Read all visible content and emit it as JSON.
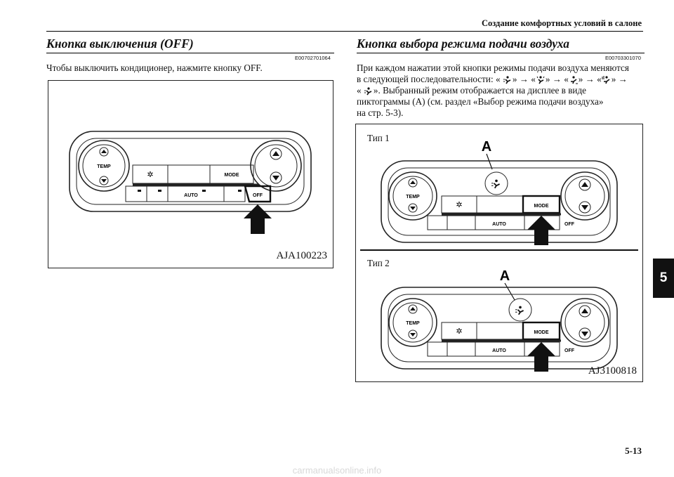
{
  "header": {
    "title": "Создание комфортных условий в салоне"
  },
  "left": {
    "heading": "Кнопка выключения (OFF)",
    "code": "E00702701064",
    "text": "Чтобы выключить кондиционер, нажмите кнопку OFF.",
    "figure_code": "AJA100223"
  },
  "right": {
    "heading": "Кнопка выбора режима подачи воздуха",
    "code": "E00703301070",
    "line1": "При каждом нажатии этой кнопки режимы подачи воздуха меняются",
    "line2_pre": "в следующей последовательности: «",
    "q_close": "»",
    "q_open": "«",
    "arrow": "→",
    "line3_rest": "». Выбранный режим отображается на дисплее в виде",
    "line4": "пиктограммы (A) (см. раздел «Выбор режима подачи воздуха»",
    "line5": "на стр. 5-3).",
    "type1": "Тип 1",
    "type2": "Тип 2",
    "callout": "A",
    "figure_code": "AJ3100818"
  },
  "panel": {
    "temp": "TEMP",
    "mode": "MODE",
    "auto": "AUTO",
    "off": "OFF"
  },
  "section_tab": "5",
  "page_number": "5-13",
  "watermark": "carmanualsonline.info"
}
